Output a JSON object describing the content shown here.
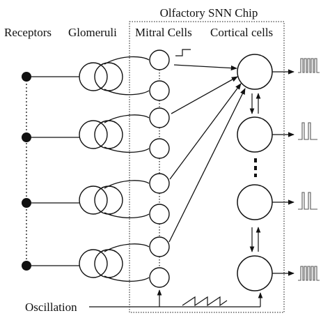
{
  "chip_title": "Olfactory SNN Chip",
  "labels": {
    "receptors": "Receptors",
    "glomeruli": "Glomeruli",
    "mitral": "Mitral Cells",
    "cortical": "Cortical cells",
    "oscillation": "Oscillation"
  },
  "colors": {
    "ink": "#111111",
    "spike_trace": "#555555",
    "background": "#ffffff"
  }
}
